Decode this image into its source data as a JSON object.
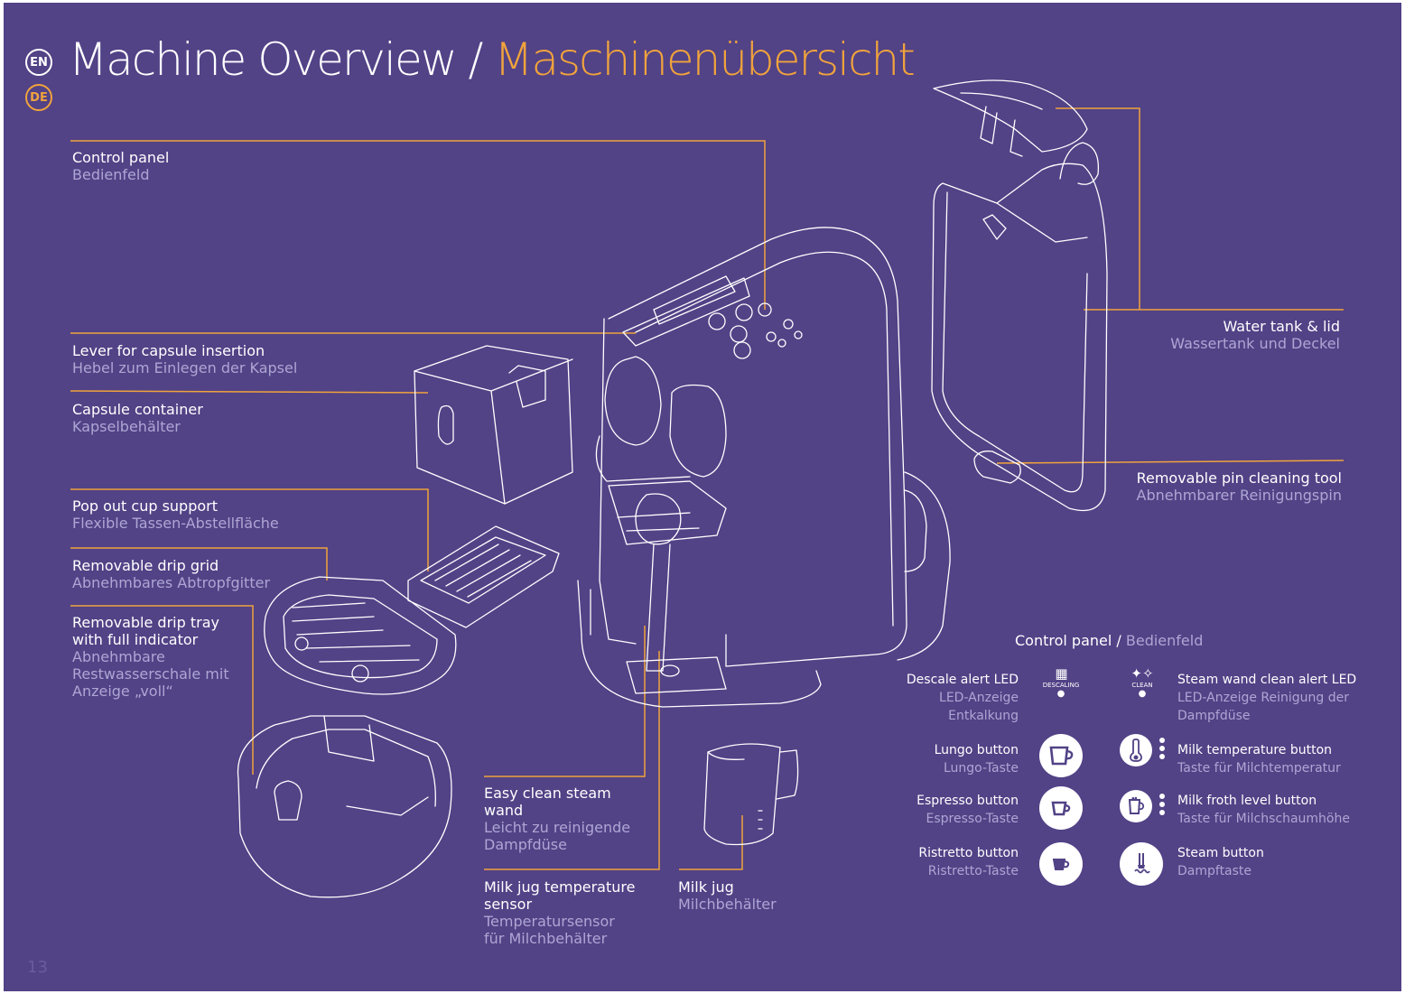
{
  "lang": {
    "en": "EN",
    "de": "DE"
  },
  "title": {
    "en": "Machine Overview",
    "separator": "/",
    "de": "Maschinenübersicht"
  },
  "labels": {
    "control_panel": {
      "en": "Control panel",
      "de": "Bedienfeld"
    },
    "lever": {
      "en": "Lever for capsule insertion",
      "de": "Hebel zum Einlegen der Kapsel"
    },
    "capsule_container": {
      "en": "Capsule container",
      "de": "Kapselbehälter"
    },
    "cup_support": {
      "en": "Pop out cup support",
      "de": "Flexible Tassen-Abstellfläche"
    },
    "drip_grid": {
      "en": "Removable drip grid",
      "de": "Abnehmbares Abtropfgitter"
    },
    "drip_tray": {
      "en": "Removable drip tray",
      "en2": "with full indicator",
      "de": "Abnehmbare",
      "de2": "Restwasserschale mit",
      "de3": "Anzeige „voll“"
    },
    "steam_wand": {
      "en": "Easy clean steam",
      "en2": "wand",
      "de": "Leicht zu reinigende",
      "de2": "Dampfdüse"
    },
    "temp_sensor": {
      "en": "Milk jug temperature",
      "en2": "sensor",
      "de": "Temperatursensor",
      "de2": "für Milchbehälter"
    },
    "milk_jug": {
      "en": "Milk jug",
      "de": "Milchbehälter"
    },
    "water_tank": {
      "en": "Water tank & lid",
      "de": "Wassertank und Deckel"
    },
    "pin_tool": {
      "en": "Removable pin cleaning tool",
      "de": "Abnehmbarer Reinigungspin"
    }
  },
  "control_panel": {
    "title_en": "Control panel",
    "title_sep": " / ",
    "title_de": "Bedienfeld",
    "descale": {
      "en": "Descale alert LED",
      "de": "LED-Anzeige",
      "de2": "Entkalkung",
      "icon_text": "DESCALING"
    },
    "steam_clean": {
      "en": "Steam wand clean alert LED",
      "de": "LED-Anzeige Reinigung der",
      "de2": "Dampfdüse",
      "icon_text": "CLEAN"
    },
    "lungo": {
      "en": "Lungo button",
      "de": "Lungo-Taste"
    },
    "espresso": {
      "en": "Espresso button",
      "de": "Espresso-Taste"
    },
    "ristretto": {
      "en": "Ristretto button",
      "de": "Ristretto-Taste"
    },
    "milk_temp": {
      "en": "Milk temperature button",
      "de": "Taste für Milchtemperatur"
    },
    "milk_froth": {
      "en": "Milk froth level button",
      "de": "Taste für Milchschaumhöhe"
    },
    "steam": {
      "en": "Steam button",
      "de": "Dampftaste"
    }
  },
  "page_number": "13",
  "colors": {
    "background": "#524286",
    "accent": "#f0a33c",
    "secondary_text": "#aea6d4",
    "line_art": "#ffffff"
  }
}
